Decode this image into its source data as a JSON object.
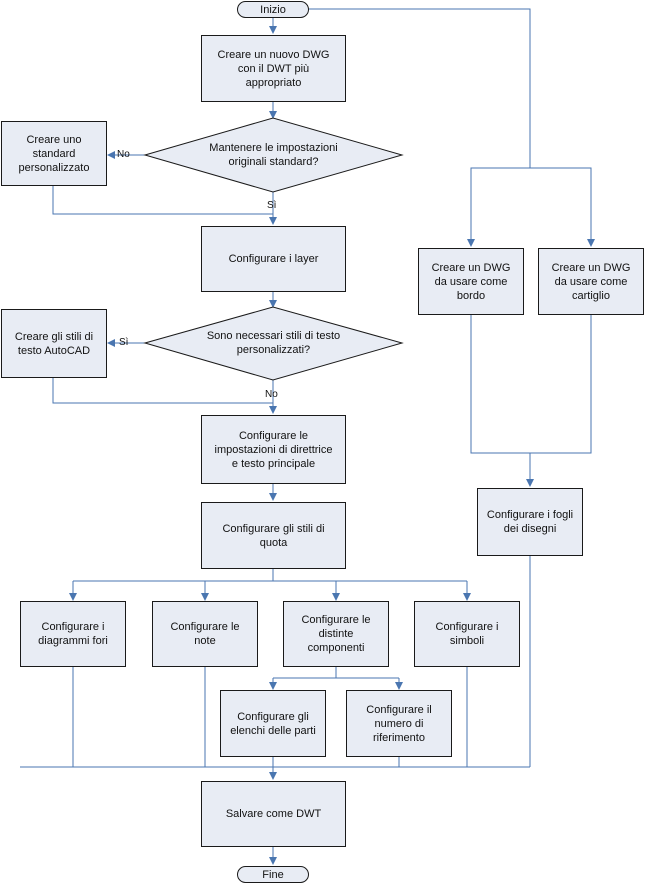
{
  "nodes": {
    "start": "Inizio",
    "new_dwg": "Creare un nuovo DWG\ncon il DWT più\nappropriato",
    "keep_standard": "Mantenere le impostazioni\noriginali standard?",
    "custom_standard": "Creare uno\nstandard\npersonalizzato",
    "layers": "Configurare i layer",
    "text_styles_q": "Sono necessari stili di testo\npersonalizzati?",
    "autocad_styles": "Creare gli stili di\ntesto AutoCAD",
    "leader": "Configurare le\nimpostazioni di direttrice\ne testo principale",
    "dim_styles": "Configurare gli stili di\nquota",
    "hole_charts": "Configurare i\ndiagrammi fori",
    "notes": "Configurare le\nnote",
    "bom": "Configurare le\ndistinte\ncomponenti",
    "symbols": "Configurare i\nsimboli",
    "parts_lists": "Configurare gli\nelenchi delle parti",
    "ref_number": "Configurare il\nnumero di\nriferimento",
    "save_dwt": "Salvare come DWT",
    "end": "Fine",
    "border_dwg": "Creare un DWG\nda usare come\nbordo",
    "titleblock_dwg": "Creare un DWG\nda usare come\ncartiglio",
    "sheets": "Configurare i fogli\ndei disegni"
  },
  "labels": {
    "no_1": "No",
    "si_1": "Sì",
    "si_2": "Sì",
    "no_2": "No"
  },
  "colors": {
    "box_fill": "#e8ecf4",
    "box_border": "#1a1a1a",
    "connector": "#4a76b0"
  }
}
